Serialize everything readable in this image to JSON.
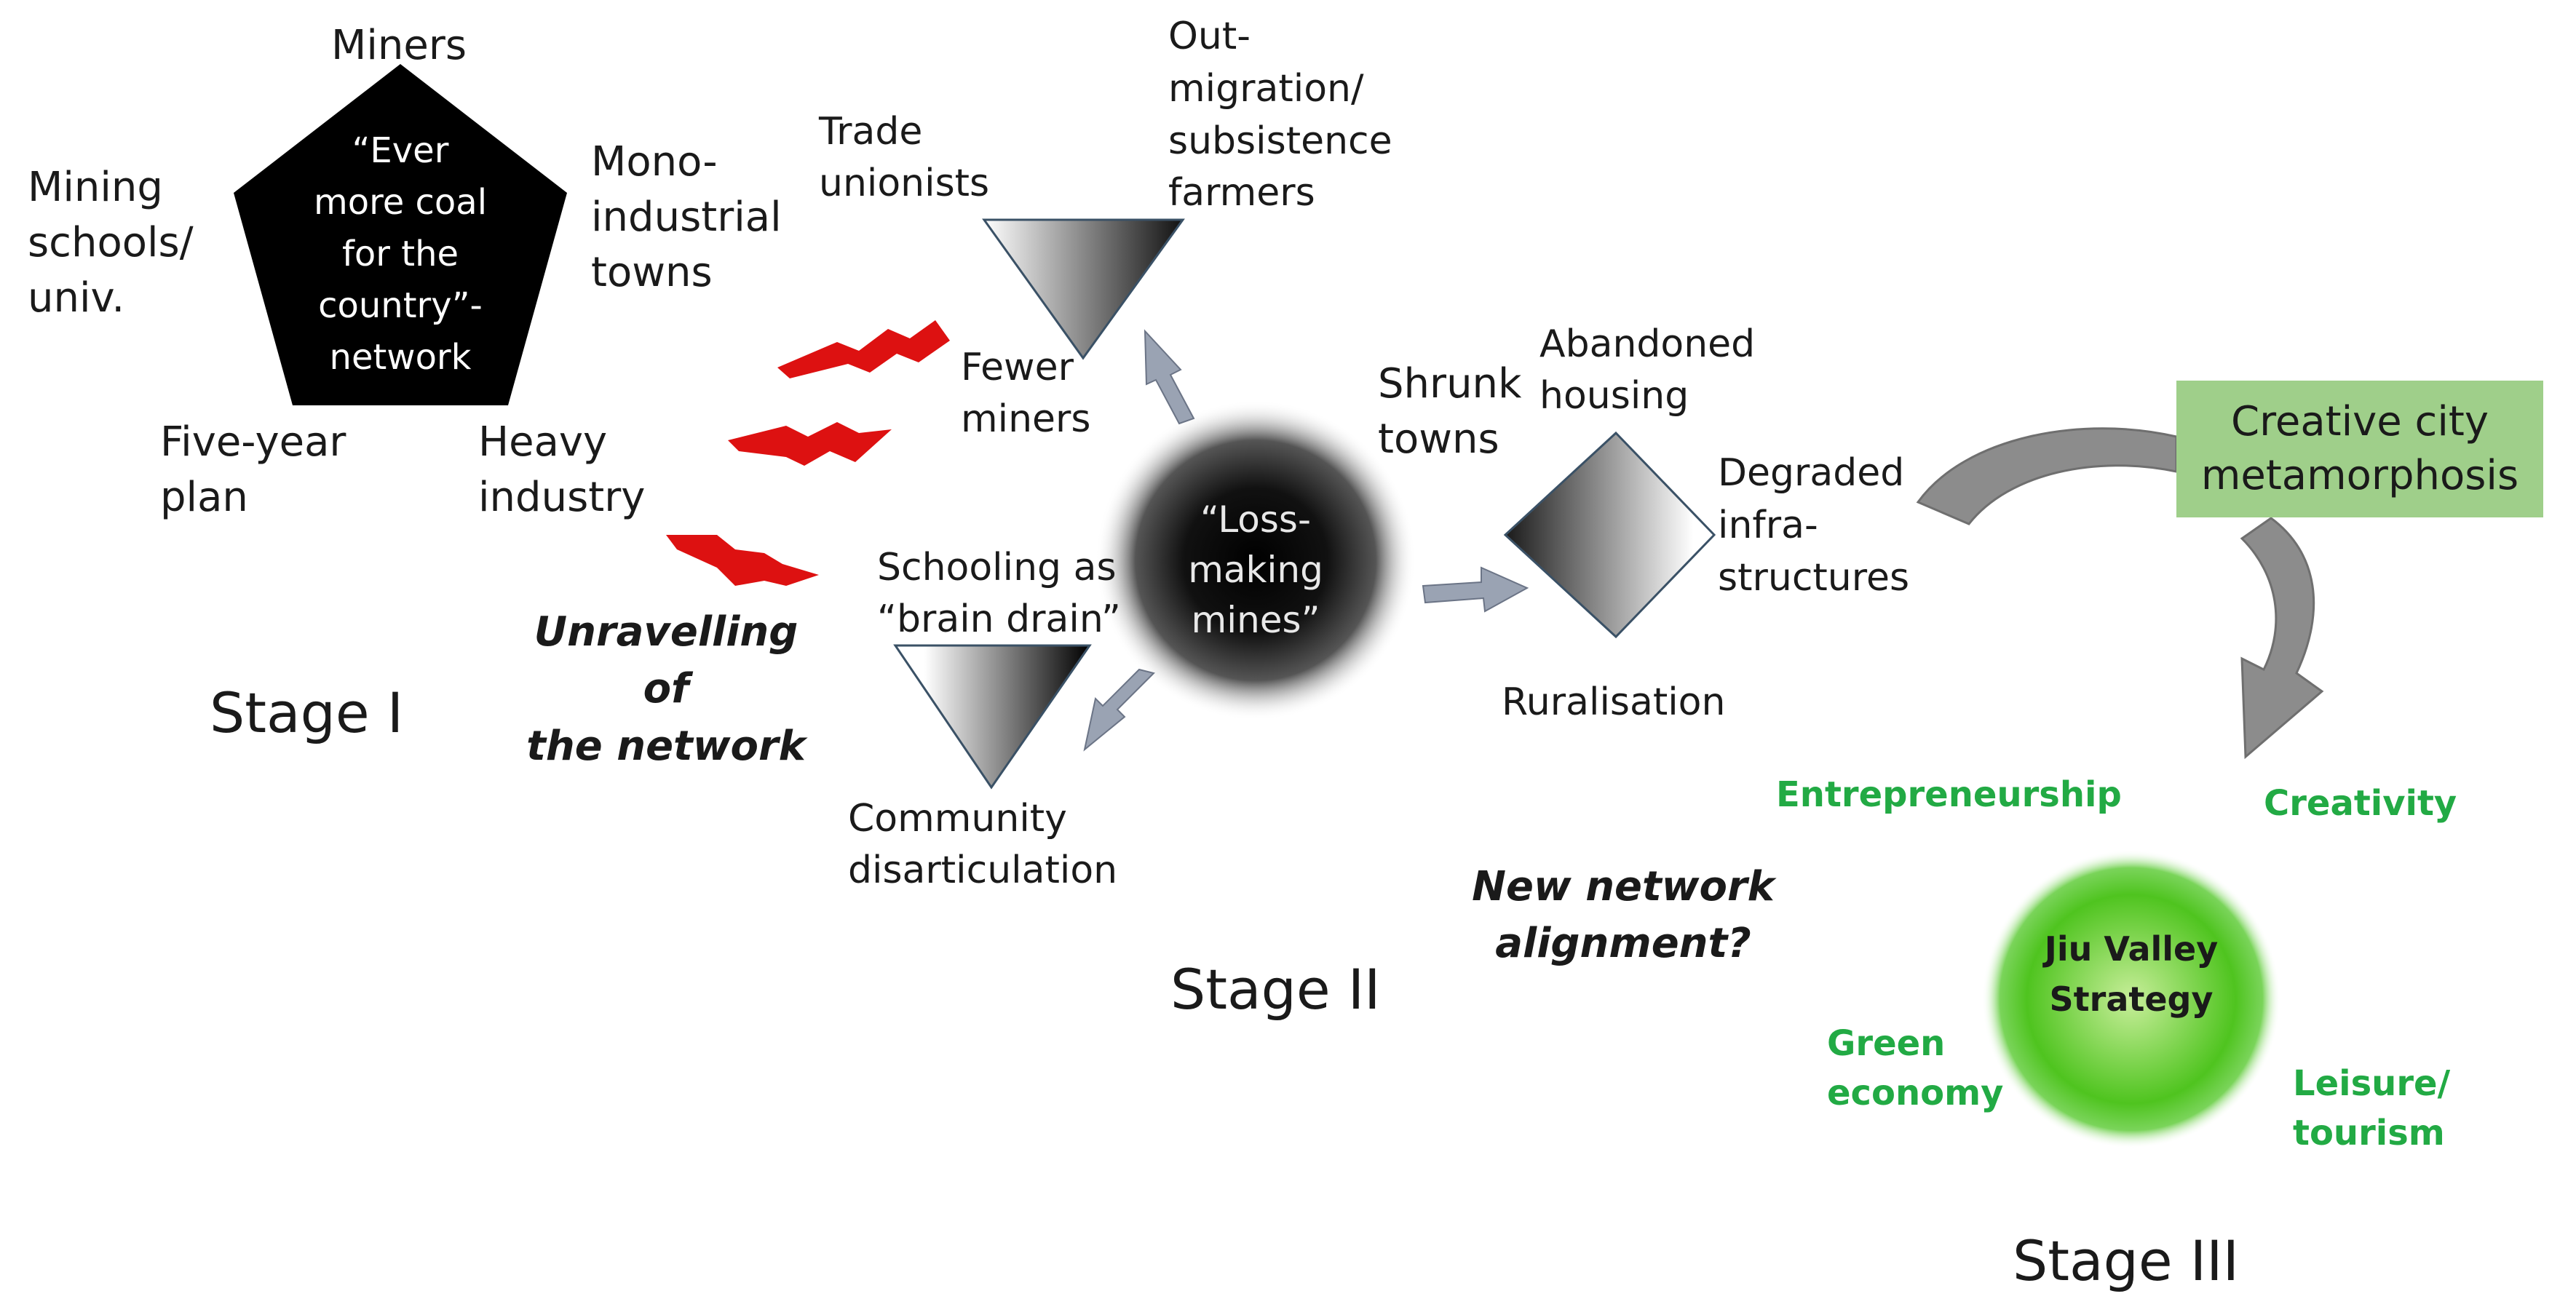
{
  "stage1": {
    "stage_label": "Stage I",
    "network_core": "“Ever\nmore coal\nfor the\ncountry”-\nnetwork",
    "nodes": {
      "miners": "Miners",
      "mining_schools": "Mining\nschools/\nuniv.",
      "mono_industrial": "Mono-\nindustrial\ntowns",
      "five_year_plan": "Five-year\nplan",
      "heavy_industry": "Heavy\nindustry"
    }
  },
  "unravelling": "Unravelling of\nthe network",
  "stage2": {
    "stage_label": "Stage II",
    "center": "“Loss-making\nmines”",
    "trade_unionists": "Trade\nunionists",
    "out_migration": "Out-\nmigration/\nsubsistence\nfarmers",
    "fewer_miners": "Fewer\nminers",
    "schooling": "Schooling as\n“brain drain”",
    "community": "Community\ndisarticulation",
    "shrunk_towns": "Shrunk\ntowns",
    "abandoned_housing": "Abandoned\nhousing",
    "degraded": "Degraded\ninfra-\nstructures",
    "ruralisation": "Ruralisation"
  },
  "stage3": {
    "stage_label": "Stage III",
    "creative_city": "Creative city\nmetamorphosis",
    "new_network": "New network\nalignment?",
    "strategy": "Jiu Valley\nStrategy",
    "entrepreneurship": "Entrepreneurship",
    "creativity": "Creativity",
    "green_economy": "Green\neconomy",
    "leisure": "Leisure/\ntourism"
  },
  "colors": {
    "pentagon": "#000000",
    "lightning": "#dd1111",
    "arrow": "#9aa3b3",
    "curved_arrow": "#8c8c8c",
    "creative_box": "#9fcf8a",
    "green_text": "#22aa44",
    "strategy_green": "#4fc41f"
  }
}
